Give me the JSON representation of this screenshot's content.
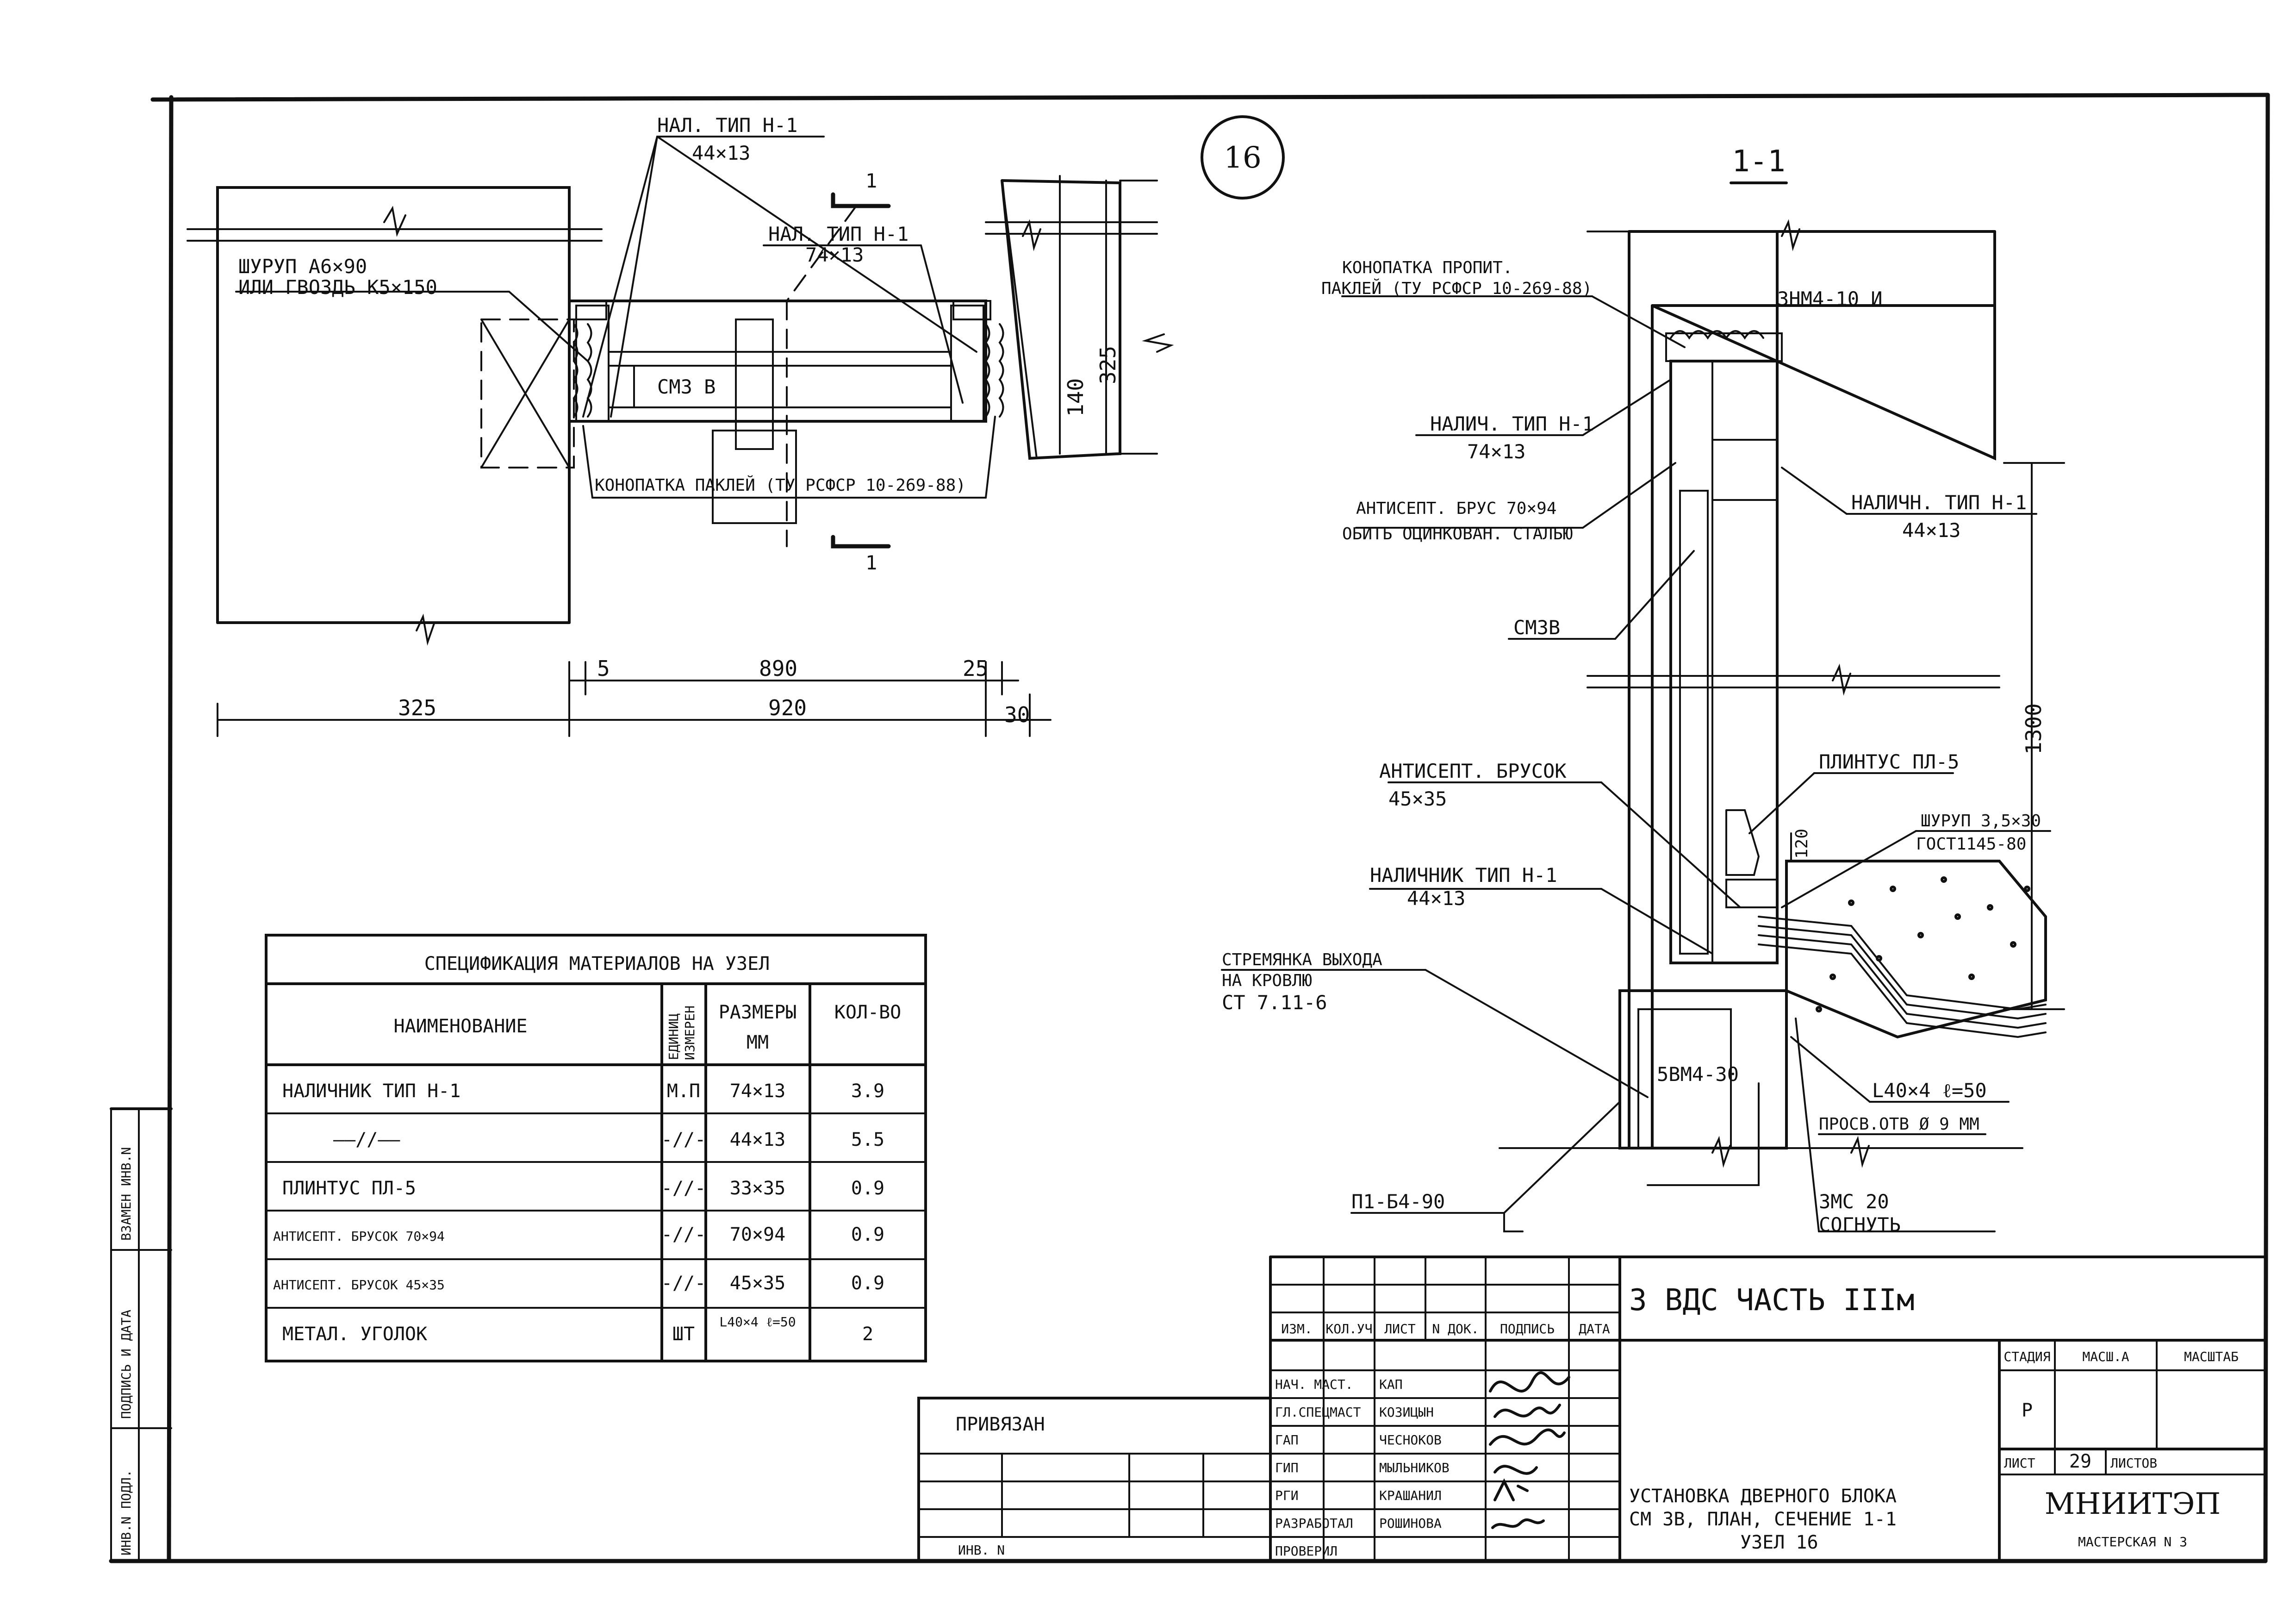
{
  "node_number": "16",
  "plan": {
    "callouts": {
      "nal_h1_top": "НАЛ. ТИП Н-1",
      "nal_h1_top_size": "44×13",
      "nal_h1_mid": "НАЛ. ТИП Н-1",
      "nal_h1_mid_size": "74×13",
      "screw_line1": "ШУРУП А6×90",
      "screw_line2": "ИЛИ ГВОЗДЬ К5×150",
      "block_label": "СМ3 В",
      "caulk": "КОНОПАТКА ПАКЛЕЙ (ТУ РСФСР 10-269-88)",
      "section_mark": "1"
    },
    "dims": {
      "d5": "5",
      "d890": "890",
      "d25": "25",
      "d325": "325",
      "d920": "920",
      "d30": "30",
      "d140": "140",
      "d325v": "325"
    }
  },
  "section": {
    "title": "1-1",
    "labels": {
      "caulk_l1": "КОНОПАТКА ПРОПИТ.",
      "caulk_l2": "ПАКЛЕЙ (ТУ РСФСР 10-269-88)",
      "lintel": "3НМ4-10 И",
      "nal_a": "НАЛИЧ. ТИП Н-1",
      "nal_a_size": "74×13",
      "antiseptic_l1": "АНТИСЕПТ. БРУС 70×94",
      "antiseptic_l2": "ОБИТЬ ОЦИНКОВАН. СТАЛЬЮ",
      "nal_b": "НАЛИЧН. ТИП Н-1",
      "nal_b_size": "44×13",
      "block": "СМ3В",
      "bar": "АНТИСЕПТ. БРУСОК",
      "bar_size": "45×35",
      "plinth": "ПЛИНТУС ПЛ-5",
      "screw_l1": "ШУРУП 3,5×30",
      "screw_l2": "ГОСТ1145-80",
      "nal_c": "НАЛИЧНИК ТИП Н-1",
      "nal_c_size": "44×13",
      "ladder_l1": "СТРЕМЯНКА ВЫХОДА",
      "ladder_l2": "НА КРОВЛЮ",
      "ladder_l3": "СТ 7.11-6",
      "beam": "5ВМ4-30",
      "angle": "L40×4 ℓ=50",
      "hole": "ПРОСВ.ОТВ Ø 9 ММ",
      "plate_l1": "3МС 20",
      "plate_l2": "СОГНУТЬ",
      "wall_mark": "П1-Б4-90",
      "d1300": "1300",
      "d120": "120"
    }
  },
  "spec": {
    "title": "СПЕЦИФИКАЦИЯ МАТЕРИАЛОВ НА УЗЕЛ",
    "headers": {
      "name": "НАИМЕНОВАНИЕ",
      "unit_l1": "ЕДИНИЦ",
      "unit_l2": "ИЗМЕРЕН",
      "size_l1": "РАЗМЕРЫ",
      "size_l2": "ММ",
      "qty": "КОЛ-ВО"
    },
    "rows": [
      {
        "name": "НАЛИЧНИК ТИП Н-1",
        "unit": "М.П",
        "size": "74×13",
        "qty": "3.9"
      },
      {
        "name": "——//——",
        "unit": "-//-",
        "size": "44×13",
        "qty": "5.5"
      },
      {
        "name": "ПЛИНТУС ПЛ-5",
        "unit": "-//-",
        "size": "33×35",
        "qty": "0.9"
      },
      {
        "name": "АНТИСЕПТ. БРУСОК 70×94",
        "unit": "-//-",
        "size": "70×94",
        "qty": "0.9"
      },
      {
        "name": "АНТИСЕПТ. БРУСОК 45×35",
        "unit": "-//-",
        "size": "45×35",
        "qty": "0.9"
      },
      {
        "name": "МЕТАЛ. УГОЛОК",
        "unit": "ШТ",
        "size": "L40×4 ℓ=50",
        "qty": "2"
      }
    ]
  },
  "left_strip": {
    "a": "ВЗАМЕН ИНВ.N",
    "b": "ПОДПИСЬ И ДАТА",
    "c": "ИНВ.N ПОДЛ."
  },
  "title_block": {
    "code": "3 ВДС ЧАСТЬ ІІІм",
    "privyazan": "ПРИВЯЗАН",
    "inv": "ИНВ. N",
    "col_headers": [
      "ИЗМ.",
      "КОЛ.УЧ",
      "ЛИСТ",
      "N ДОК.",
      "ПОДПИСЬ",
      "ДАТА"
    ],
    "people": [
      {
        "role": "НАЧ. МАСТ.",
        "name": "КАП"
      },
      {
        "role": "ГЛ.СПЕЦМАСТ",
        "name": "КОЗИЦЫН"
      },
      {
        "role": "ГАП",
        "name": "ЧЕСНОКОВ"
      },
      {
        "role": "ГИП",
        "name": "МЫЛЬНИКОВ"
      },
      {
        "role": "РГИ",
        "name": "КРАШАНИЛ"
      },
      {
        "role": "РАЗРАБОТАЛ",
        "name": "РОШИНОВА"
      },
      {
        "role": "ПРОВЕРИЛ",
        "name": ""
      }
    ],
    "stage_header": "СТАДИЯ",
    "scale_header": "МАСШ.А",
    "mass_header": "МАСШТАБ",
    "stage": "Р",
    "sheet_label": "ЛИСТ",
    "sheet_no": "29",
    "sheets_label": "ЛИСТОВ",
    "desc_l1": "УСТАНОВКА ДВЕРНОГО БЛОКА",
    "desc_l2": "СМ 3В, ПЛАН, СЕЧЕНИЕ 1-1",
    "desc_l3": "УЗЕЛ 16",
    "org": "МНИИТЭП",
    "workshop": "МАСТЕРСКАЯ N 3"
  }
}
